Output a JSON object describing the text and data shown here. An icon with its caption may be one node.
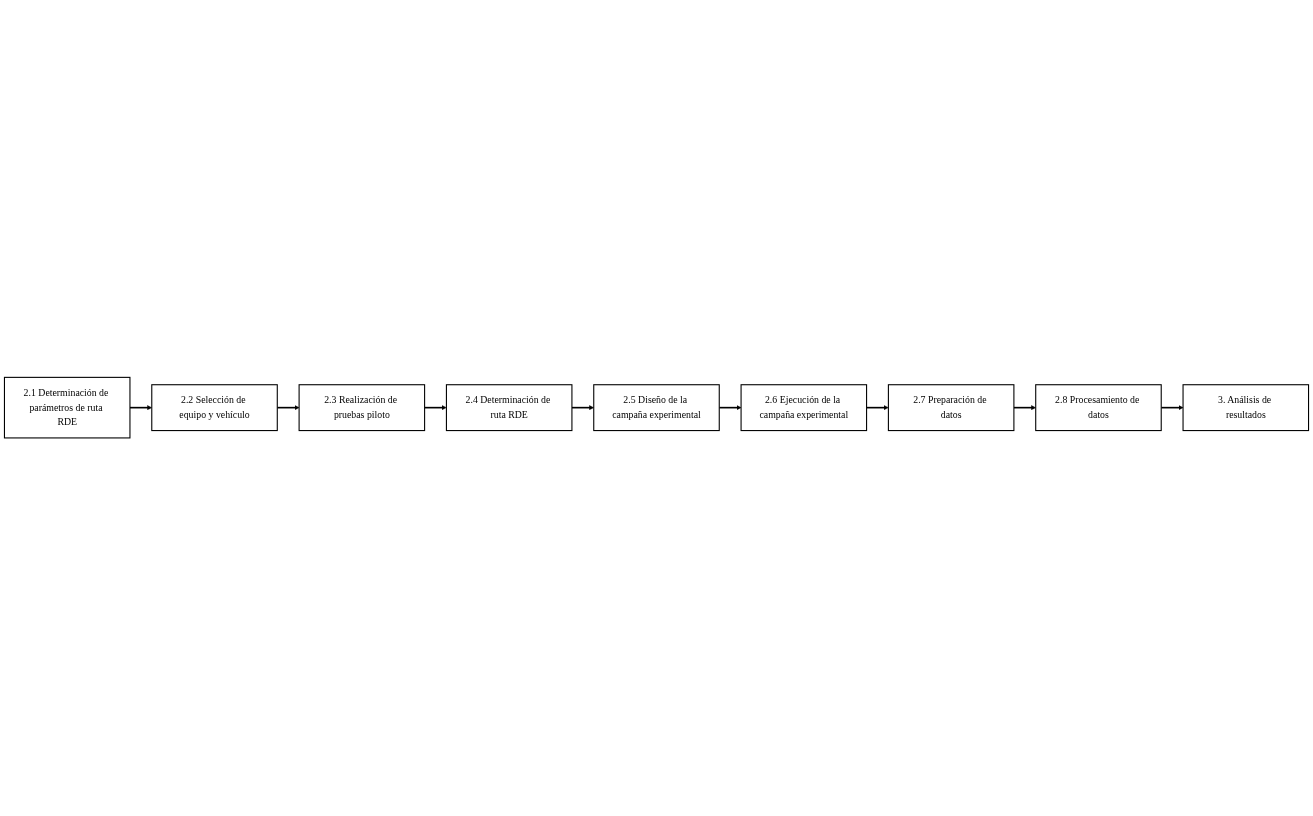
{
  "diagram": {
    "nodes": [
      {
        "text": [
          "2.1 Determinación de parámetros de ruta RDE"
        ]
      },
      {
        "text": [
          "2.2 Selección de equipo y vehículo"
        ]
      },
      {
        "text": [
          "2.3 Realización de pruebas piloto"
        ]
      },
      {
        "text": [
          "2.4 Determinación de ruta RDE"
        ]
      },
      {
        "text": [
          "2.5 Diseño de la campaña experimental"
        ]
      },
      {
        "text": [
          "2.6 Ejecución de la campaña experimental"
        ]
      },
      {
        "text": [
          "2.7 Preparación de datos"
        ]
      },
      {
        "text": [
          "2.8 Procesamiento de datos"
        ]
      },
      {
        "text": [
          "3. Análisis de resultados"
        ]
      }
    ],
    "edges": [
      {
        "from": 0,
        "to": 1,
        "arrow": "to"
      },
      {
        "from": 1,
        "to": 2,
        "arrow": "to"
      },
      {
        "from": 2,
        "to": 3,
        "arrow": "to"
      },
      {
        "from": 3,
        "to": 4,
        "arrow": "to"
      },
      {
        "from": 4,
        "to": 5,
        "arrow": "to"
      },
      {
        "from": 5,
        "to": 6,
        "arrow": "to"
      },
      {
        "from": 6,
        "to": 7,
        "arrow": "to"
      },
      {
        "from": 7,
        "to": 8,
        "arrow": "to"
      }
    ]
  }
}
